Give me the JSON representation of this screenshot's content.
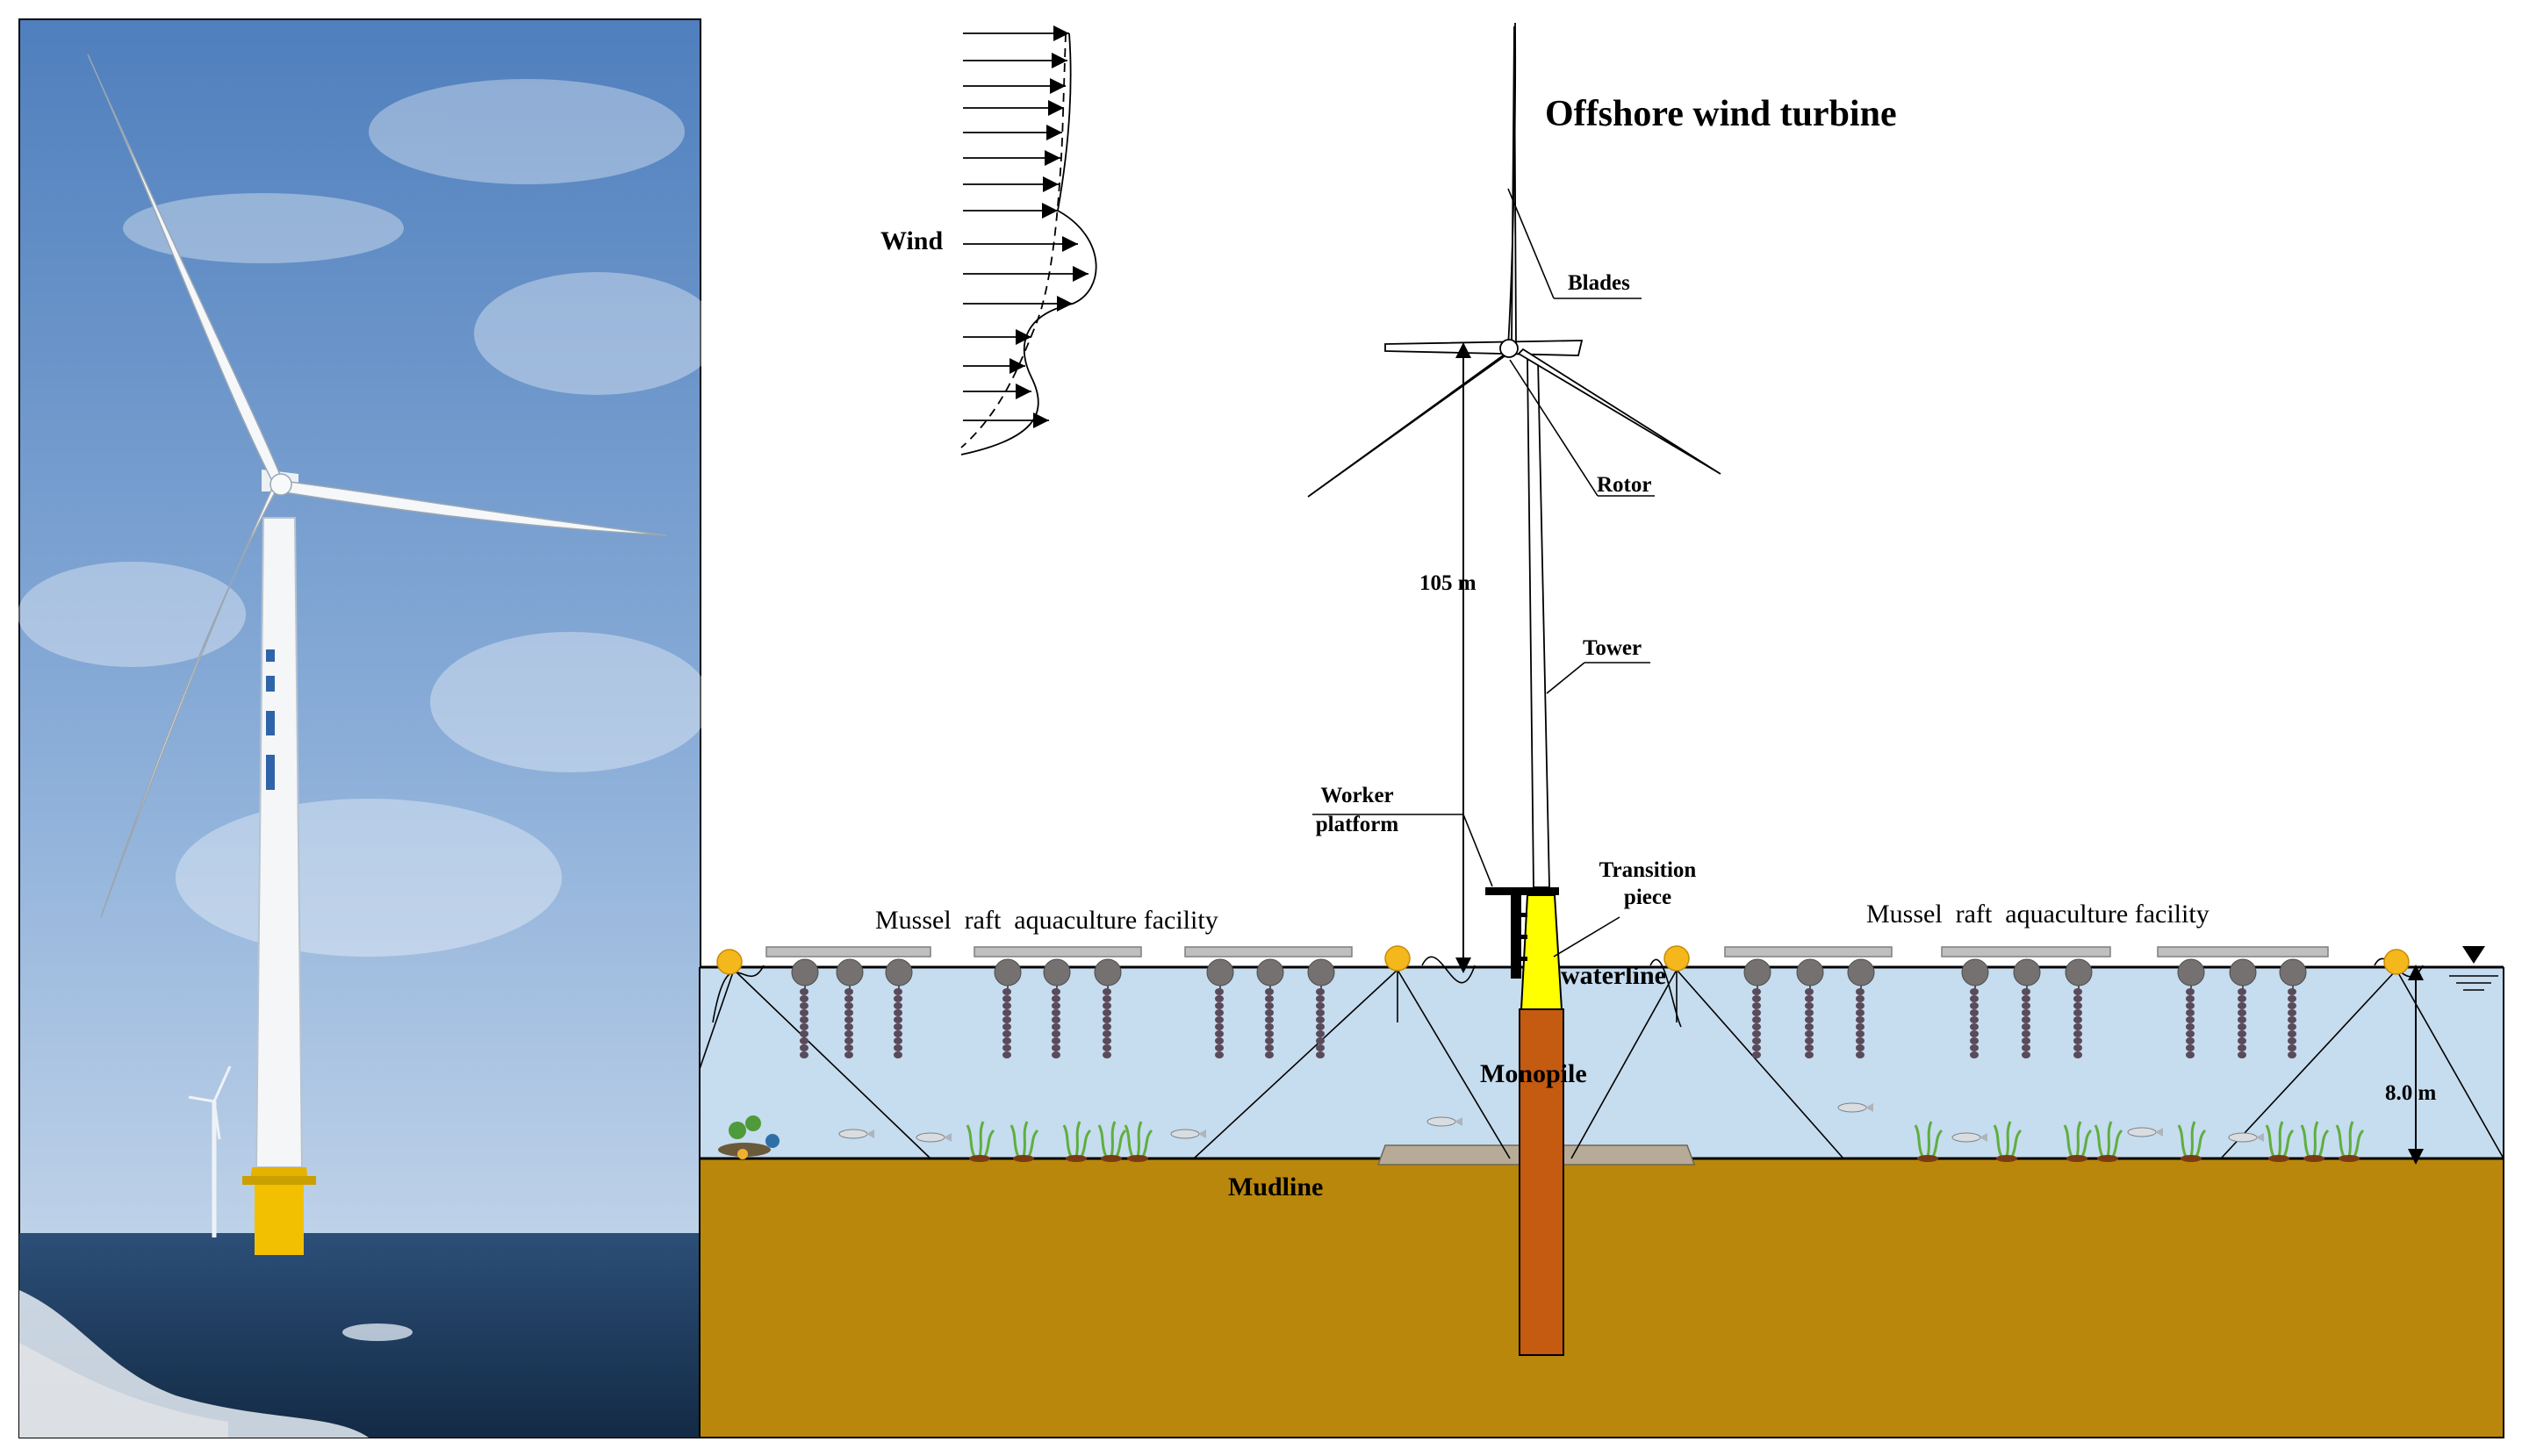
{
  "title": "Offshore wind turbine",
  "labels": {
    "wind": "Wind",
    "blades": "Blades",
    "rotor": "Rotor",
    "tower": "Tower",
    "hub_height": "105 m",
    "worker_platform_line1": "Worker",
    "worker_platform_line2": "platform",
    "transition_line1": "Transition",
    "transition_line2": "piece",
    "waterline": "waterline",
    "monopile": "Monopile",
    "mudline": "Mudline",
    "water_depth": "8.0 m",
    "raft_left": "Mussel  raft  aquaculture facility",
    "raft_right": "Mussel  raft  aquaculture facility"
  },
  "colors": {
    "sky_top": "#5b88c4",
    "sky_bottom": "#c4d7ec",
    "sea_photo": "#1d3b5e",
    "water": "#c6dcef",
    "seabed": "#b8870b",
    "monopile": "#c55a11",
    "transition_piece": "#ffff00",
    "buoy": "#f5b81c",
    "float": "#757171",
    "raft": "#bfbfbf",
    "mussel_rope": "#5a4a5a",
    "seagrass": "#5fae3e"
  },
  "icons": {
    "waterline_marker": "inverted-triangle-icon",
    "fish": "fish-icon",
    "seagrass": "seagrass-icon"
  }
}
